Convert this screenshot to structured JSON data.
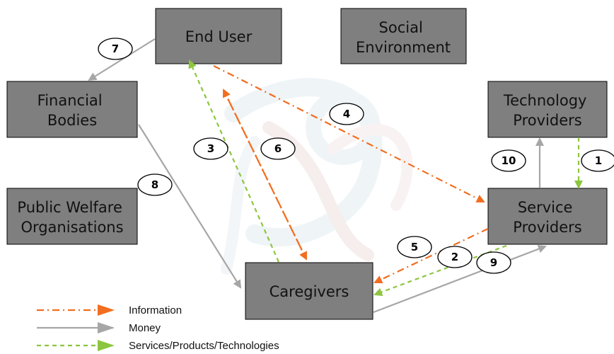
{
  "nodes": {
    "end_user": {
      "lines": [
        "End User"
      ]
    },
    "social": {
      "lines": [
        "Social",
        "Environment"
      ]
    },
    "financial": {
      "lines": [
        "Financial",
        "Bodies"
      ]
    },
    "tech": {
      "lines": [
        "Technology",
        "Providers"
      ]
    },
    "welfare": {
      "lines": [
        "Public Welfare",
        "Organisations"
      ]
    },
    "service": {
      "lines": [
        "Service",
        "Providers"
      ]
    },
    "caregivers": {
      "lines": [
        "Caregivers"
      ]
    }
  },
  "badges": {
    "b1": "1",
    "b2": "2",
    "b3": "3",
    "b4": "4",
    "b5": "5",
    "b6": "6",
    "b7": "7",
    "b8": "8",
    "b9": "9",
    "b10": "10"
  },
  "legend": {
    "information": "Information",
    "money": "Money",
    "services": "Services/Products/Technologies"
  },
  "colors": {
    "box_fill": "#7f7f7f",
    "information": "#f26d1f",
    "money": "#a6a6a6",
    "services": "#8cc63f"
  }
}
